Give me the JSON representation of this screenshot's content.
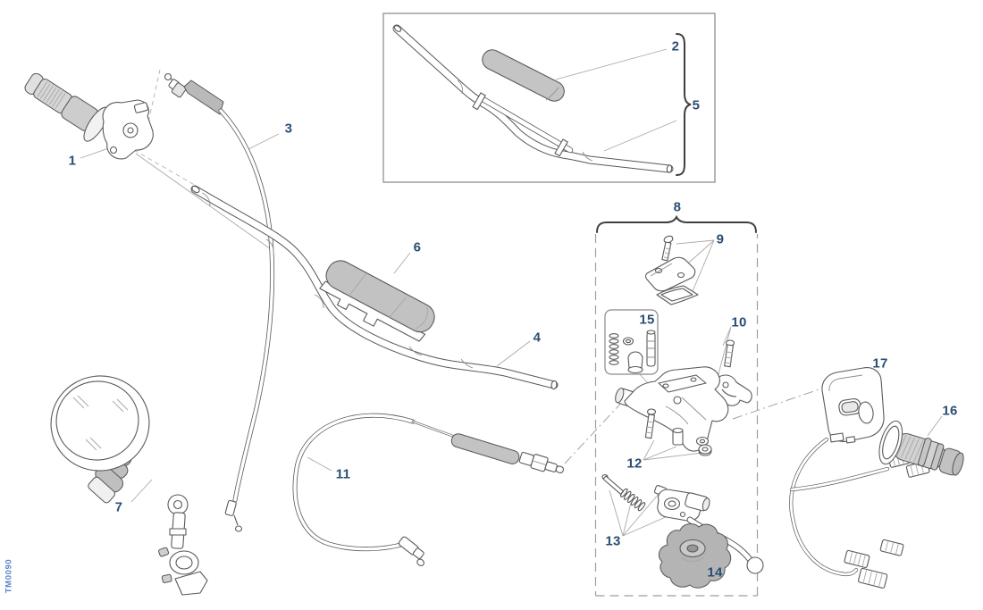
{
  "diagram": {
    "code": "TM0090",
    "callouts": [
      {
        "label": "1",
        "part": "throttle-control-assembly"
      },
      {
        "label": "2",
        "part": "crossbar-pad"
      },
      {
        "label": "3",
        "part": "throttle-cable"
      },
      {
        "label": "4",
        "part": "handlebar"
      },
      {
        "label": "5",
        "part": "handlebar-with-pad-kit"
      },
      {
        "label": "6",
        "part": "handlebar-pad"
      },
      {
        "label": "7",
        "part": "rear-view-mirror"
      },
      {
        "label": "8",
        "part": "brake-master-cylinder-assembly"
      },
      {
        "label": "9",
        "part": "reservoir-cover-screws-gasket"
      },
      {
        "label": "10",
        "part": "clamp-with-bolt"
      },
      {
        "label": "11",
        "part": "cable-with-adjuster"
      },
      {
        "label": "12",
        "part": "mounting-hardware"
      },
      {
        "label": "13",
        "part": "lever-pin-spring-bushing"
      },
      {
        "label": "14",
        "part": "adjuster-knob"
      },
      {
        "label": "15",
        "part": "seal-repair-kit"
      },
      {
        "label": "16",
        "part": "handlebar-grip"
      },
      {
        "label": "17",
        "part": "switch-assembly-with-wiring"
      }
    ]
  },
  "colors": {
    "background": "#ffffff",
    "callout_text": "#2b4d74",
    "document_code_text": "#5b87c9",
    "line_art": "#58595b",
    "shaded_fill": "#c3c3c3"
  }
}
